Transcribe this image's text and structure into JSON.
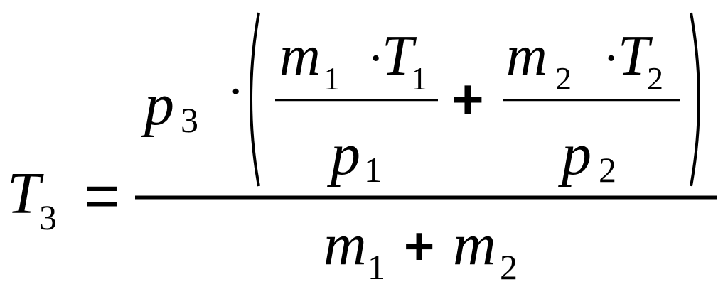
{
  "formula": {
    "lhs": {
      "symbol": "T",
      "sub": "3"
    },
    "equals": "=",
    "numerator": {
      "prefactor": {
        "symbol": "p",
        "sub": "3"
      },
      "dot": "·",
      "open_paren": "(",
      "close_paren": ")",
      "term1": {
        "num_a": {
          "symbol": "m",
          "sub": "1"
        },
        "dot": "·",
        "num_b": {
          "symbol": "T",
          "sub": "1"
        },
        "den": {
          "symbol": "p",
          "sub": "1"
        }
      },
      "plus": "+",
      "term2": {
        "num_a": {
          "symbol": "m",
          "sub": "2"
        },
        "dot": "·",
        "num_b": {
          "symbol": "T",
          "sub": "2"
        },
        "den": {
          "symbol": "p",
          "sub": "2"
        }
      }
    },
    "denominator": {
      "a": {
        "symbol": "m",
        "sub": "1"
      },
      "plus": "+",
      "b": {
        "symbol": "m",
        "sub": "2"
      }
    }
  }
}
